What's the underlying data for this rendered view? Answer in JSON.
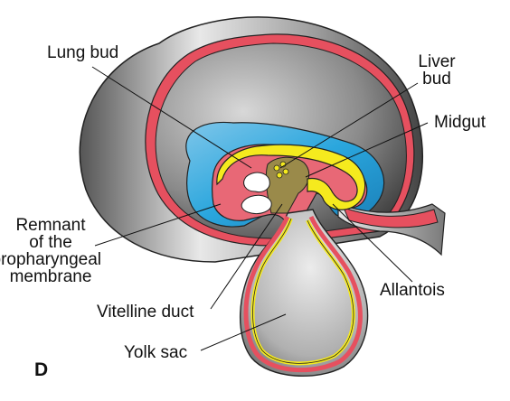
{
  "figure": {
    "panel_letter": "D",
    "labels": {
      "lung_bud": "Lung bud",
      "liver_bud_line1": "Liver",
      "liver_bud_line2": "bud",
      "midgut": "Midgut",
      "remnant_line1": "Remnant",
      "remnant_line2": "of the",
      "remnant_line3": "oropharyngeal",
      "remnant_line4": "membrane",
      "allantois": "Allantois",
      "vitelline_duct": "Vitelline duct",
      "yolk_sac": "Yolk sac"
    },
    "colors": {
      "outer_gray": "#8f8f8f",
      "dark_gray": "#3a3a3a",
      "ectoderm_red": "#e6505f",
      "amnion_blue": "#2aa6dd",
      "endoderm_yellow": "#f5ea1e",
      "mesoderm_olive": "#9a8a4a",
      "heart_pink": "#e86876"
    }
  }
}
